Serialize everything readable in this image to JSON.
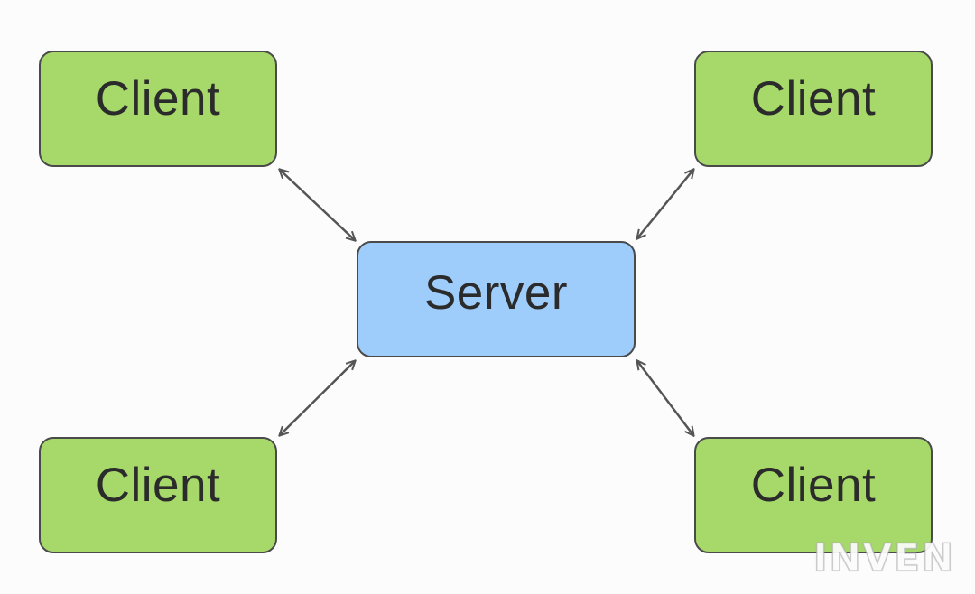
{
  "diagram": {
    "clients": [
      {
        "label": "Client"
      },
      {
        "label": "Client"
      },
      {
        "label": "Client"
      },
      {
        "label": "Client"
      }
    ],
    "server": {
      "label": "Server"
    },
    "connections": [
      {
        "from": "Server",
        "to": "Client",
        "direction": "bidirectional"
      },
      {
        "from": "Server",
        "to": "Client",
        "direction": "bidirectional"
      },
      {
        "from": "Server",
        "to": "Client",
        "direction": "bidirectional"
      },
      {
        "from": "Server",
        "to": "Client",
        "direction": "bidirectional"
      }
    ]
  },
  "watermark": "INVEN",
  "colors": {
    "client_fill": "#a6d96a",
    "server_fill": "#9fcdfb",
    "border": "#4a4a4a",
    "arrow": "#555555"
  }
}
